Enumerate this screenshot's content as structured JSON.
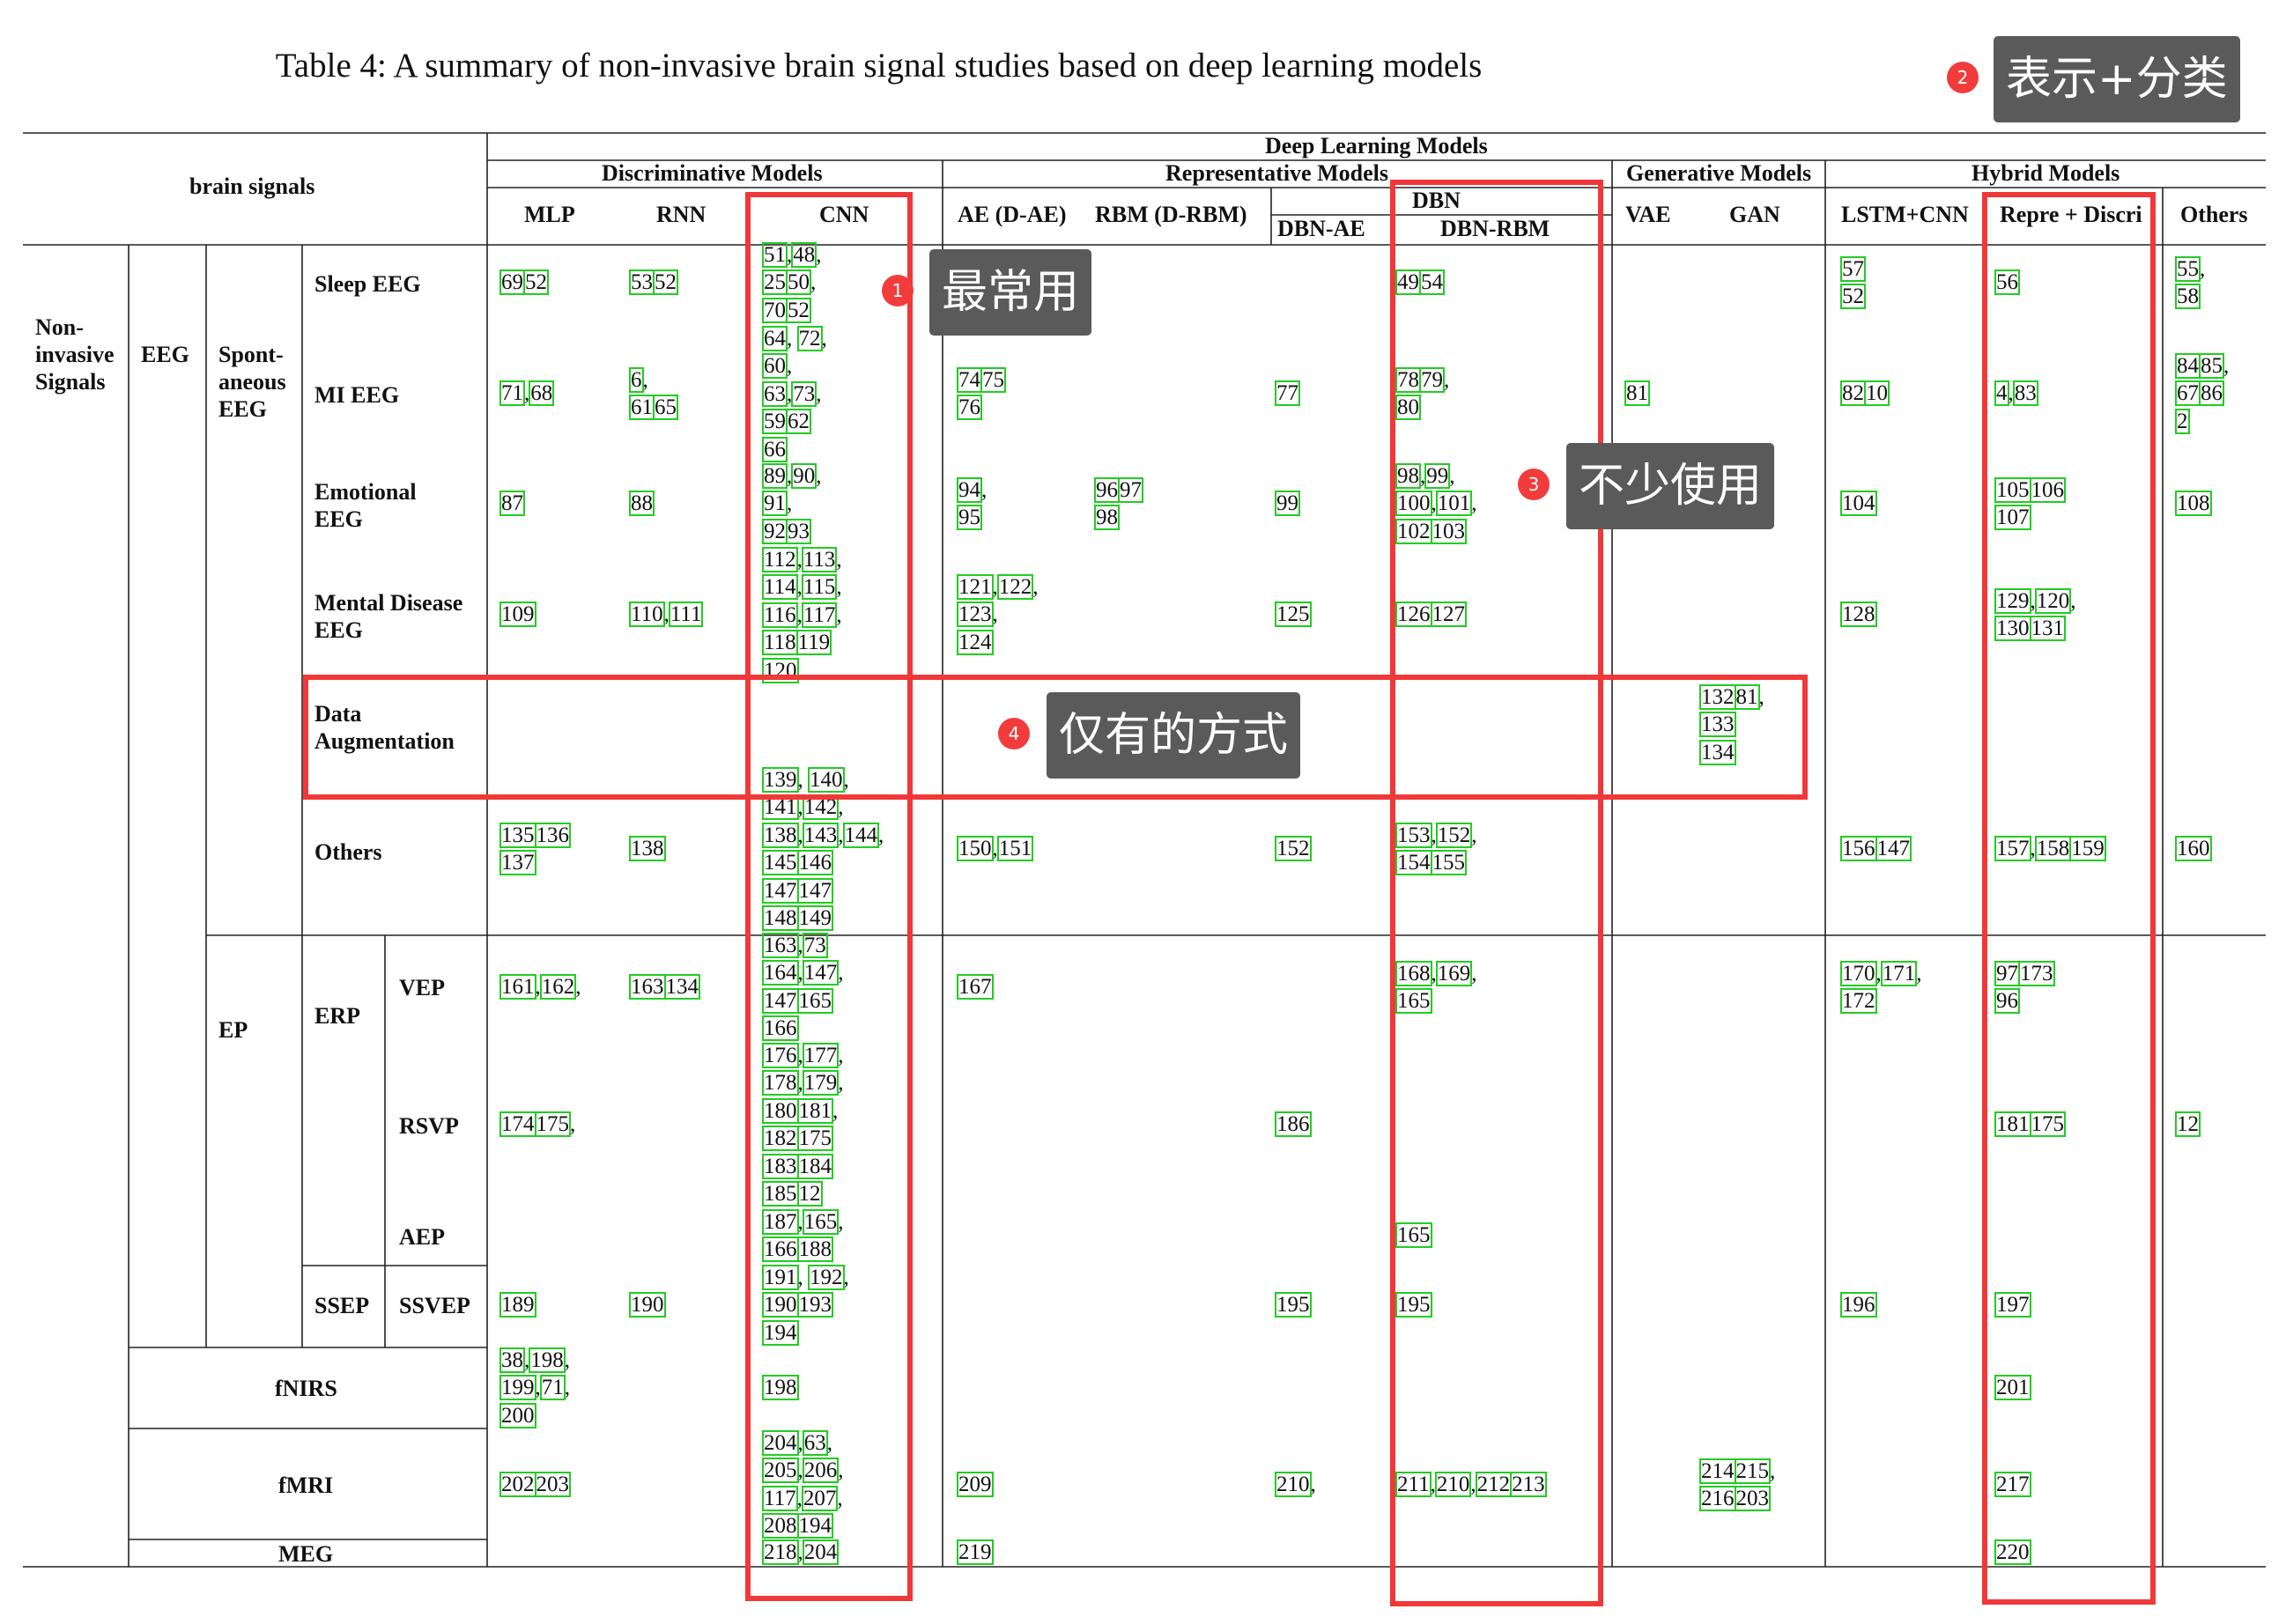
{
  "title": "Table 4: A summary of non-invasive brain signal studies based on deep learning models",
  "header": {
    "brain_signals": "brain signals",
    "deep_learning_models": "Deep Learning Models",
    "groups": [
      "Discriminative Models",
      "Representative Models",
      "Generative Models",
      "Hybrid Models"
    ],
    "dbn": "DBN",
    "columns": [
      "MLP",
      "RNN",
      "CNN",
      "AE (D-AE)",
      "RBM (D-RBM)",
      "DBN-AE",
      "DBN-RBM",
      "VAE",
      "GAN",
      "LSTM+CNN",
      "Repre + Discri",
      "Others"
    ]
  },
  "row_labels": {
    "non_invasive": "Non-\ninvasive\nSignals",
    "eeg": "EEG",
    "spontaneous": "Spont-\naneous\nEEG",
    "sleep": "Sleep EEG",
    "mi": "MI EEG",
    "emotional": "Emotional\nEEG",
    "mental": "Mental Disease\nEEG",
    "augmentation": "Data\nAugmentation",
    "others": "Others",
    "ep": "EP",
    "erp": "ERP",
    "vep": "VEP",
    "rsvp": "RSVP",
    "aep": "AEP",
    "ssep": "SSEP",
    "ssvep": "SSVEP",
    "fnirs": "fNIRS",
    "fmri": "fMRI",
    "meg": "MEG"
  },
  "cells": {
    "sleep": {
      "mlp": [
        [
          "69",
          "52"
        ]
      ],
      "rnn": [
        [
          "53",
          "52"
        ]
      ],
      "cnn": [
        [
          "51",
          ",",
          "48",
          ","
        ],
        [
          "25",
          "50",
          ","
        ],
        [
          "70",
          "52"
        ]
      ],
      "dbn_rbm": [
        [
          "49",
          "54"
        ]
      ],
      "lstm_cnn": [
        [
          "57"
        ],
        [
          "52"
        ]
      ],
      "repre": [
        [
          "56"
        ]
      ],
      "others": [
        [
          "55",
          ","
        ],
        [
          "58"
        ]
      ]
    },
    "mi": {
      "mlp": [
        [
          "71",
          ",",
          "68"
        ]
      ],
      "rnn": [
        [
          "6",
          ","
        ],
        [
          "61",
          "65"
        ]
      ],
      "cnn": [
        [
          "64",
          ", ",
          "72",
          ","
        ],
        [
          "60",
          ","
        ],
        [
          "63",
          ",",
          "73",
          ","
        ],
        [
          "59",
          "62"
        ],
        [
          "66"
        ]
      ],
      "ae": [
        [
          "74",
          "75"
        ],
        [
          "76"
        ]
      ],
      "dbn_ae": [
        [
          "77"
        ]
      ],
      "dbn_rbm": [
        [
          "78",
          "79",
          ","
        ],
        [
          "80"
        ]
      ],
      "vae": [
        [
          "81"
        ]
      ],
      "lstm_cnn": [
        [
          "82",
          "10"
        ]
      ],
      "repre": [
        [
          "4",
          ",",
          "83"
        ]
      ],
      "others": [
        [
          "84",
          "85",
          ","
        ],
        [
          "67",
          "86"
        ],
        [
          "2"
        ]
      ]
    },
    "emotional": {
      "mlp": [
        [
          "87"
        ]
      ],
      "rnn": [
        [
          "88"
        ]
      ],
      "cnn": [
        [
          "89",
          ",",
          "90",
          ","
        ],
        [
          "91",
          ","
        ],
        [
          "92",
          "93"
        ]
      ],
      "ae": [
        [
          "94",
          ","
        ],
        [
          "95"
        ]
      ],
      "rbm": [
        [
          "96",
          "97"
        ],
        [
          "98"
        ]
      ],
      "dbn_ae": [
        [
          "99"
        ]
      ],
      "dbn_rbm": [
        [
          "98",
          ",",
          "99",
          ","
        ],
        [
          "100",
          ",",
          "101",
          ","
        ],
        [
          "102",
          "103"
        ]
      ],
      "lstm_cnn": [
        [
          "104"
        ]
      ],
      "repre": [
        [
          "105",
          "106"
        ],
        [
          "107"
        ]
      ],
      "others": [
        [
          "108"
        ]
      ]
    },
    "mental": {
      "mlp": [
        [
          "109"
        ]
      ],
      "rnn": [
        [
          "110",
          ",",
          "111"
        ]
      ],
      "cnn": [
        [
          "112",
          ",",
          "113",
          ","
        ],
        [
          "114",
          ",",
          "115",
          ","
        ],
        [
          "116",
          ",",
          "117",
          ","
        ],
        [
          "118",
          "119"
        ],
        [
          "120"
        ]
      ],
      "ae": [
        [
          "121",
          ",",
          "122",
          ","
        ],
        [
          "123",
          ","
        ],
        [
          "124"
        ]
      ],
      "dbn_ae": [
        [
          "125"
        ]
      ],
      "dbn_rbm": [
        [
          "126",
          "127"
        ]
      ],
      "lstm_cnn": [
        [
          "128"
        ]
      ],
      "repre": [
        [
          "129",
          ",",
          "120",
          ","
        ],
        [
          "130",
          "131"
        ]
      ]
    },
    "augmentation": {
      "gan": [
        [
          "132",
          "81",
          ","
        ],
        [
          "133"
        ],
        [
          "134"
        ]
      ]
    },
    "others": {
      "mlp": [
        [
          "135",
          "136"
        ],
        [
          "137"
        ]
      ],
      "rnn": [
        [
          "138"
        ]
      ],
      "cnn": [
        [
          "139",
          ", ",
          "140",
          ","
        ],
        [
          "141",
          ",",
          "142",
          ","
        ],
        [
          "138",
          ",",
          "143",
          ",",
          "144",
          ","
        ],
        [
          "145",
          "146"
        ],
        [
          "147",
          "147"
        ],
        [
          "148",
          "149"
        ]
      ],
      "ae": [
        [
          "150",
          ",",
          "151"
        ]
      ],
      "dbn_ae": [
        [
          "152"
        ]
      ],
      "dbn_rbm": [
        [
          "153",
          ",",
          "152",
          ","
        ],
        [
          "154",
          "155"
        ]
      ],
      "lstm_cnn": [
        [
          "156",
          "147"
        ]
      ],
      "repre": [
        [
          "157",
          ",",
          "158",
          "159"
        ]
      ],
      "others": [
        [
          "160"
        ]
      ]
    },
    "vep": {
      "mlp": [
        [
          "161",
          ",",
          "162",
          ","
        ]
      ],
      "rnn": [
        [
          "163",
          "134"
        ]
      ],
      "cnn": [
        [
          "163",
          ",",
          "73"
        ],
        [
          "164",
          ",",
          "147",
          ","
        ],
        [
          "147",
          "165"
        ],
        [
          "166"
        ]
      ],
      "ae": [
        [
          "167"
        ]
      ],
      "dbn_rbm": [
        [
          "168",
          ",",
          "169",
          ","
        ],
        [
          "165"
        ]
      ],
      "lstm_cnn": [
        [
          "170",
          ",",
          "171",
          ","
        ],
        [
          "172"
        ]
      ],
      "repre": [
        [
          "97",
          "173"
        ],
        [
          "96"
        ]
      ]
    },
    "rsvp": {
      "mlp": [
        [
          "174",
          "175",
          ","
        ]
      ],
      "cnn": [
        [
          "176",
          ",",
          "177",
          ","
        ],
        [
          "178",
          ",",
          "179",
          ","
        ],
        [
          "180",
          "181",
          ","
        ],
        [
          "182",
          "175"
        ],
        [
          "183",
          "184"
        ],
        [
          "185",
          "12"
        ]
      ],
      "dbn_ae": [
        [
          "186"
        ]
      ],
      "repre": [
        [
          "181",
          "175"
        ]
      ],
      "others": [
        [
          "12"
        ]
      ]
    },
    "aep": {
      "cnn": [
        [
          "187",
          ",",
          "165",
          ","
        ],
        [
          "166",
          "188"
        ]
      ],
      "dbn_rbm": [
        [
          "165"
        ]
      ]
    },
    "ssvep": {
      "mlp": [
        [
          "189"
        ]
      ],
      "rnn": [
        [
          "190"
        ]
      ],
      "cnn": [
        [
          "191",
          ", ",
          "192",
          ","
        ],
        [
          "190",
          "193"
        ],
        [
          "194"
        ]
      ],
      "dbn_ae": [
        [
          "195"
        ]
      ],
      "dbn_rbm": [
        [
          "195"
        ]
      ],
      "lstm_cnn": [
        [
          "196"
        ]
      ],
      "repre": [
        [
          "197"
        ]
      ]
    },
    "fnirs": {
      "mlp": [
        [
          "38",
          ",",
          "198",
          ","
        ],
        [
          "199",
          ",",
          "71",
          ","
        ],
        [
          "200"
        ]
      ],
      "cnn": [
        [
          "198"
        ]
      ],
      "repre": [
        [
          "201"
        ]
      ]
    },
    "fmri": {
      "mlp": [
        [
          "202",
          "203"
        ]
      ],
      "cnn": [
        [
          "204",
          ",",
          "63",
          ","
        ],
        [
          "205",
          ",",
          "206",
          ","
        ],
        [
          "117",
          ",",
          "207",
          ","
        ],
        [
          "208",
          "194"
        ]
      ],
      "ae": [
        [
          "209"
        ]
      ],
      "dbn_ae": [
        [
          "210",
          ","
        ]
      ],
      "dbn_rbm": [
        [
          "211",
          ",",
          "210",
          ",",
          "212",
          "213"
        ]
      ],
      "gan": [
        [
          "214",
          "215",
          ","
        ],
        [
          "216",
          "203"
        ]
      ],
      "repre": [
        [
          "217"
        ]
      ]
    },
    "meg": {
      "cnn": [
        [
          "218",
          ",",
          "204"
        ]
      ],
      "ae": [
        [
          "219"
        ]
      ],
      "repre": [
        [
          "220"
        ]
      ]
    }
  },
  "annotations": [
    {
      "num": "1",
      "text": "最常用"
    },
    {
      "num": "2",
      "text": "表示+分类"
    },
    {
      "num": "3",
      "text": "不少使用"
    },
    {
      "num": "4",
      "text": "仅有的方式"
    }
  ],
  "colors": {
    "highlight": "#f03838",
    "reference_box": "#22cc22",
    "tag_bg": "#5a5a5a",
    "badge": "#f23b3b"
  }
}
